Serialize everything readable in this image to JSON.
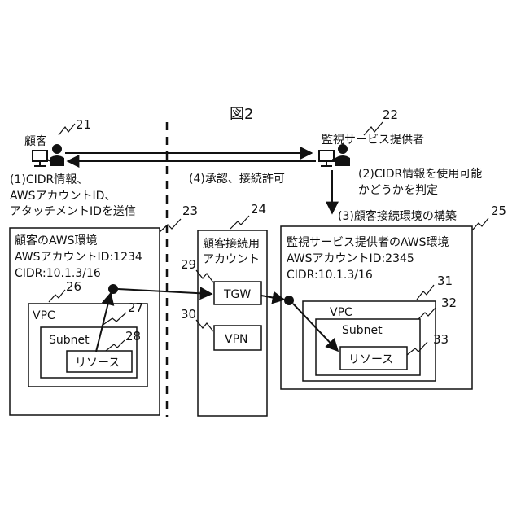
{
  "figure": {
    "title": "図2"
  },
  "refs": {
    "customer": "21",
    "provider": "22",
    "customer_env": "23",
    "connect_account": "24",
    "provider_env": "25",
    "customer_vpc": "26",
    "customer_subnet": "27",
    "customer_resource": "28",
    "tgw": "29",
    "vpn": "30",
    "provider_vpc": "31",
    "provider_subnet": "32",
    "provider_resource": "33"
  },
  "actors": {
    "customer_label": "顧客",
    "provider_label": "監視サービス提供者"
  },
  "steps": {
    "step1": [
      "(1)CIDR情報、",
      "AWSアカウントID、",
      "アタッチメントIDを送信"
    ],
    "step2": [
      "(2)CIDR情報を使用可能",
      "かどうかを判定"
    ],
    "step3": "(3)顧客接続環境の構築",
    "step4": "(4)承認、接続許可"
  },
  "customer_env": {
    "lines": [
      "顧客のAWS環境",
      "AWSアカウントID:1234",
      "CIDR:10.1.3/16"
    ],
    "vpc": "VPC",
    "subnet": "Subnet",
    "resource": "リソース"
  },
  "connect_account": {
    "lines": [
      "顧客接続用",
      "アカウント"
    ],
    "tgw": "TGW",
    "vpn": "VPN"
  },
  "provider_env": {
    "lines": [
      "監視サービス提供者のAWS環境",
      "AWSアカウントID:2345",
      "CIDR:10.1.3/16"
    ],
    "vpc": "VPC",
    "subnet": "Subnet",
    "resource": "リソース"
  }
}
